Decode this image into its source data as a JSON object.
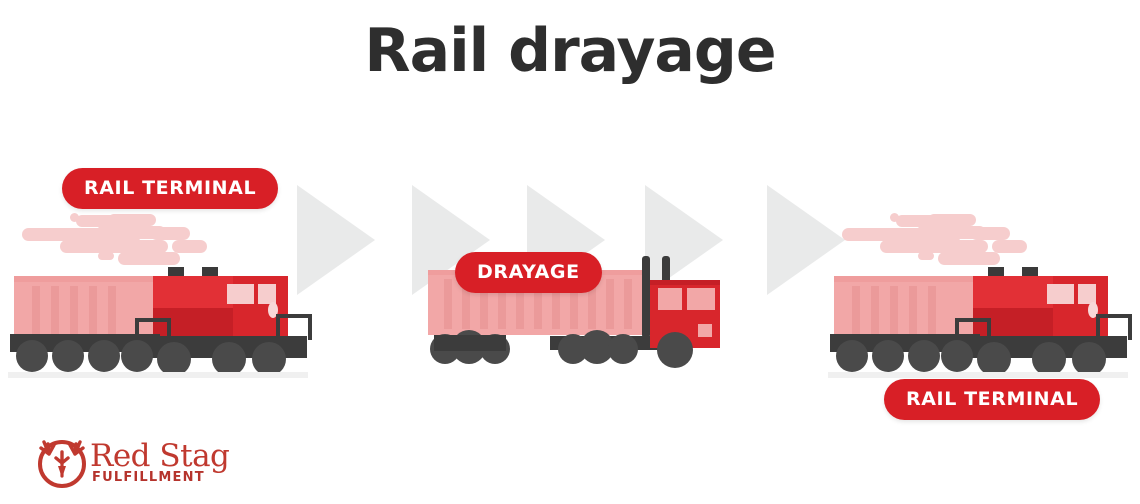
{
  "page": {
    "title": "Rail drayage",
    "background_color": "#ffffff"
  },
  "colors": {
    "brand_red": "#d81f26",
    "locomotive_red": "#d8262c",
    "locomotive_red_dark": "#c51f26",
    "locomotive_red_bright": "#e23036",
    "container_pink": "#f2a7a7",
    "smoke_pink": "#f6cdcd",
    "chassis_grey": "#3c3c3c",
    "wheel_grey": "#4a4a4a",
    "arrow_grey": "#e9eaea",
    "title_color": "#2e2e2e",
    "logo_red": "#c0392f"
  },
  "stages": [
    {
      "id": "stage-origin",
      "vehicle": "train",
      "badge_label": "RAIL TERMINAL",
      "badge_position": "above"
    },
    {
      "id": "stage-drayage",
      "vehicle": "truck",
      "badge_label": "DRAYAGE",
      "badge_position": "above"
    },
    {
      "id": "stage-destination",
      "vehicle": "train",
      "badge_label": "RAIL TERMINAL",
      "badge_position": "below"
    }
  ],
  "arrows": {
    "icon": "triangle-right-arrow-icon",
    "count": 5,
    "color": "#e9eaea"
  },
  "logo": {
    "mark": "stag-head-icon",
    "name": "Red Stag",
    "tagline": "FULFILLMENT"
  }
}
